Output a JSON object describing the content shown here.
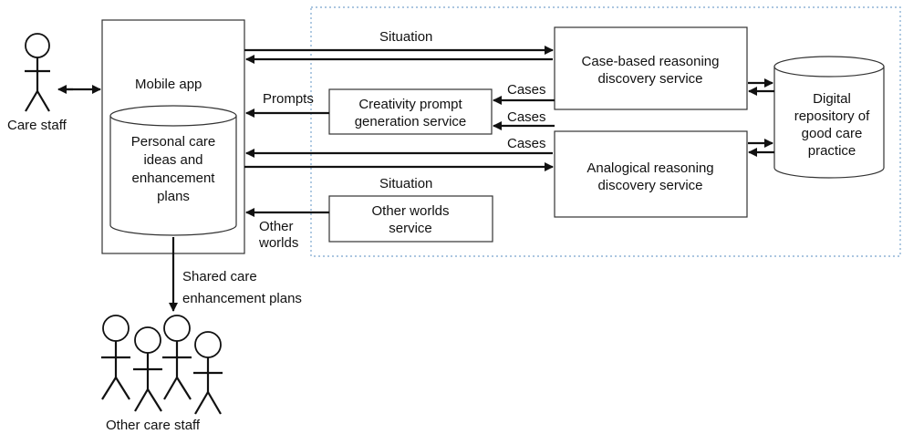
{
  "actors": {
    "care_staff": "Care staff",
    "other_care_staff": "Other care staff"
  },
  "mobile_app": {
    "title": "Mobile app",
    "store": [
      "Personal care",
      "ideas and",
      "enhancement",
      "plans"
    ]
  },
  "services": {
    "case_based": [
      "Case-based reasoning",
      "discovery service"
    ],
    "creativity": [
      "Creativity prompt",
      "generation service"
    ],
    "analogical": [
      "Analogical reasoning",
      "discovery service"
    ],
    "other_worlds": [
      "Other worlds",
      "service"
    ]
  },
  "repository": [
    "Digital",
    "repository of",
    "good care",
    "practice"
  ],
  "labels": {
    "situation_1": "Situation",
    "situation_2": "Situation",
    "prompts": "Prompts",
    "cases_1": "Cases",
    "cases_2": "Cases",
    "cases_3": "Cases",
    "other_worlds": [
      "Other",
      "worlds"
    ],
    "shared_plans": [
      "Shared care",
      "enhancement plans"
    ]
  },
  "colors": {
    "boundary": "#8fb4d6",
    "stroke": "#111111"
  }
}
